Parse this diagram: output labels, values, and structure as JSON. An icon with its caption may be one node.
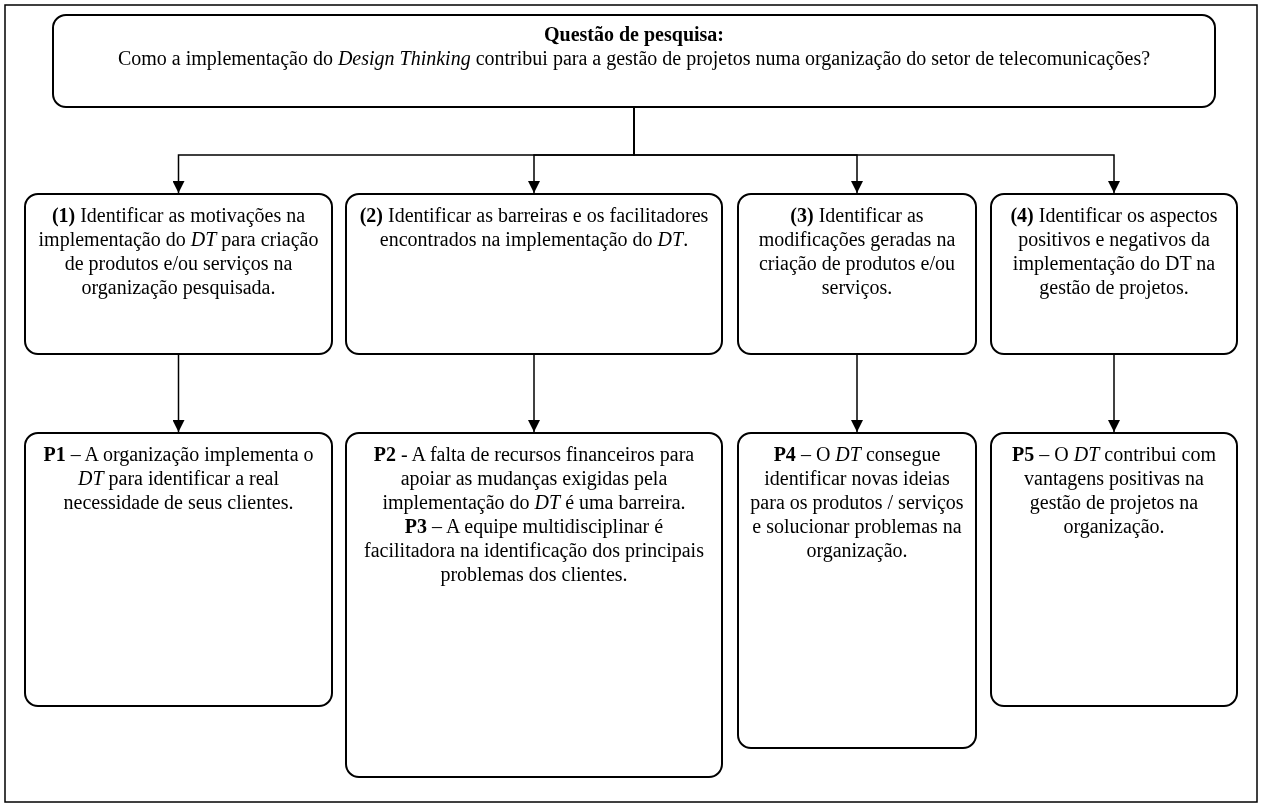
{
  "diagram": {
    "nodes": [
      {
        "text": [
          "Questão de pesquisa:",
          "Como a implementação do *Design Thinking* contribui para a gestão de projetos numa organização do setor de telecomunicações?"
        ]
      },
      {
        "text": [
          "**(1)** Identificar as motivações na implementação do *DT* para criação de produtos e/ou serviços na organização pesquisada."
        ]
      },
      {
        "text": [
          "**(2)** Identificar as barreiras e os facilitadores encontrados na implementação do *DT*."
        ]
      },
      {
        "text": [
          "**(3)** Identificar as modificações geradas na criação de produtos e/ou serviços."
        ]
      },
      {
        "text": [
          "**(4)** Identificar os aspectos positivos e negativos da implementação do DT na gestão de projetos."
        ]
      },
      {
        "text": [
          "**P1** – A organização implementa o *DT* para identificar a real necessidade de seus clientes."
        ]
      },
      {
        "text": [
          "**P2** - A falta de recursos financeiros para apoiar as mudanças exigidas pela implementação do *DT* é uma barreira.",
          "**P3** – A equipe multidisciplinar é facilitadora na identificação dos principais problemas dos clientes."
        ]
      },
      {
        "text": [
          "**P4** – O *DT* consegue identificar novas ideias para os produtos / serviços e solucionar problemas na organização."
        ]
      },
      {
        "text": [
          "**P5** – O *DT* contribui com vantagens positivas na gestão de projetos na organização."
        ]
      }
    ],
    "edges": [
      {
        "from": 0,
        "to": 1,
        "arrow": "to"
      },
      {
        "from": 0,
        "to": 2,
        "arrow": "to"
      },
      {
        "from": 0,
        "to": 3,
        "arrow": "to"
      },
      {
        "from": 0,
        "to": 4,
        "arrow": "to"
      },
      {
        "from": 1,
        "to": 5,
        "arrow": "to"
      },
      {
        "from": 2,
        "to": 6,
        "arrow": "to"
      },
      {
        "from": 3,
        "to": 7,
        "arrow": "to"
      },
      {
        "from": 4,
        "to": 8,
        "arrow": "to"
      }
    ]
  }
}
